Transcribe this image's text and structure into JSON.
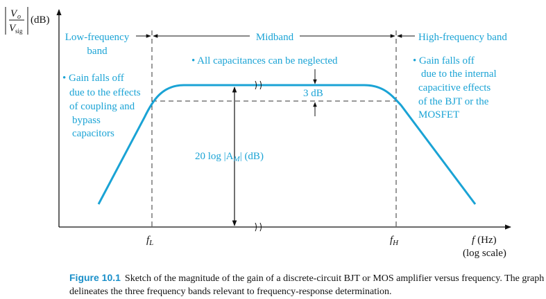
{
  "yaxis": {
    "num": "V",
    "num_sub": "o",
    "den": "V",
    "den_sub": "sig",
    "unit": "(dB)"
  },
  "xaxis": {
    "label": "f",
    "unit": "(Hz)",
    "scale": "(log scale)",
    "fl": "f",
    "fl_sub": "L",
    "fh": "f",
    "fh_sub": "H"
  },
  "bands": {
    "low": [
      "Low-frequency",
      "band"
    ],
    "mid": "Midband",
    "high": "High-frequency band"
  },
  "notes": {
    "low": [
      "• Gain falls off",
      "due to the effects",
      "of coupling and",
      "bypass",
      "capacitors"
    ],
    "mid": "• All capacitances can be neglected",
    "high": [
      "• Gain falls off",
      "due to the internal",
      "capacitive effects",
      "of the BJT or the",
      "MOSFET"
    ]
  },
  "annotations": {
    "three_db": "3 dB",
    "gain": "20 log |A",
    "gain_sub": "M",
    "gain_end": "| (dB)"
  },
  "caption": {
    "label": "Figure 10.1",
    "text": "Sketch of the magnitude of the gain of a discrete-circuit BJT or MOS amplifier versus frequency. The graph delineates the three frequency bands relevant to frequency-response determination."
  },
  "colors": {
    "curve": "#1aa3d5",
    "text_accent": "#1aa3d5",
    "axes": "#111111"
  }
}
